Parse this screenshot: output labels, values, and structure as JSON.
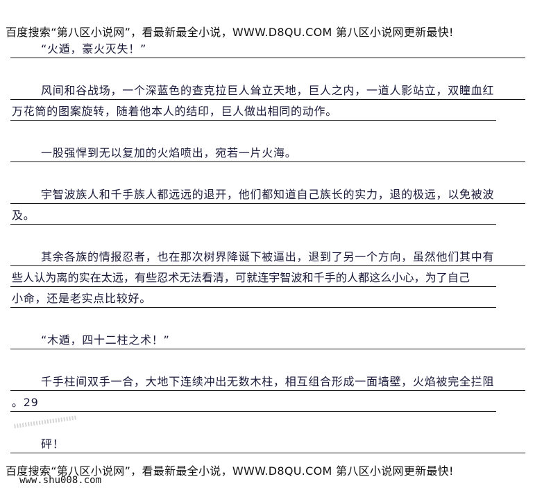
{
  "header_banner": "百度搜索“第八区小说网”，看最新最全小说，WWW.D8QU.COM  第八区小说网更新最快!",
  "lines": [
    "“火遁，豪火灭失！”",
    "风间和谷战场，一个深蓝色的查克拉巨人耸立天地，巨人之内，一道人影站立，双瞳血红",
    "万花筒的图案旋转，随着他本人的结印，巨人做出相同的动作。",
    "一股强悍到无以复加的火焰喷出，宛若一片火海。",
    "宇智波族人和千手族人都远远的退开，他们都知道自己族长的实力，退的极远，以免被波",
    "及。",
    "其余各族的情报忍者，也在那次树界降诞下被逼出，退到了另一个方向，虽然他们其中有",
    "些人认为离的实在太远，有些忍术无法看清，可就连宇智波和千手的人都这么小心，为了自己",
    "小命，还是老实点比较好。",
    "“木遁，四十二柱之术！”",
    "千手柱间双手一合，大地下连续冲出无数木柱，相互组合形成一面墙壁，火焰被完全拦阻",
    "。29",
    "砰！"
  ],
  "footer_banner": "百度搜索“第八区小说网”，看最新最全小说，WWW.D8QU.COM  第八区小说网更新最快!",
  "footer_url": "www.shu008.com"
}
